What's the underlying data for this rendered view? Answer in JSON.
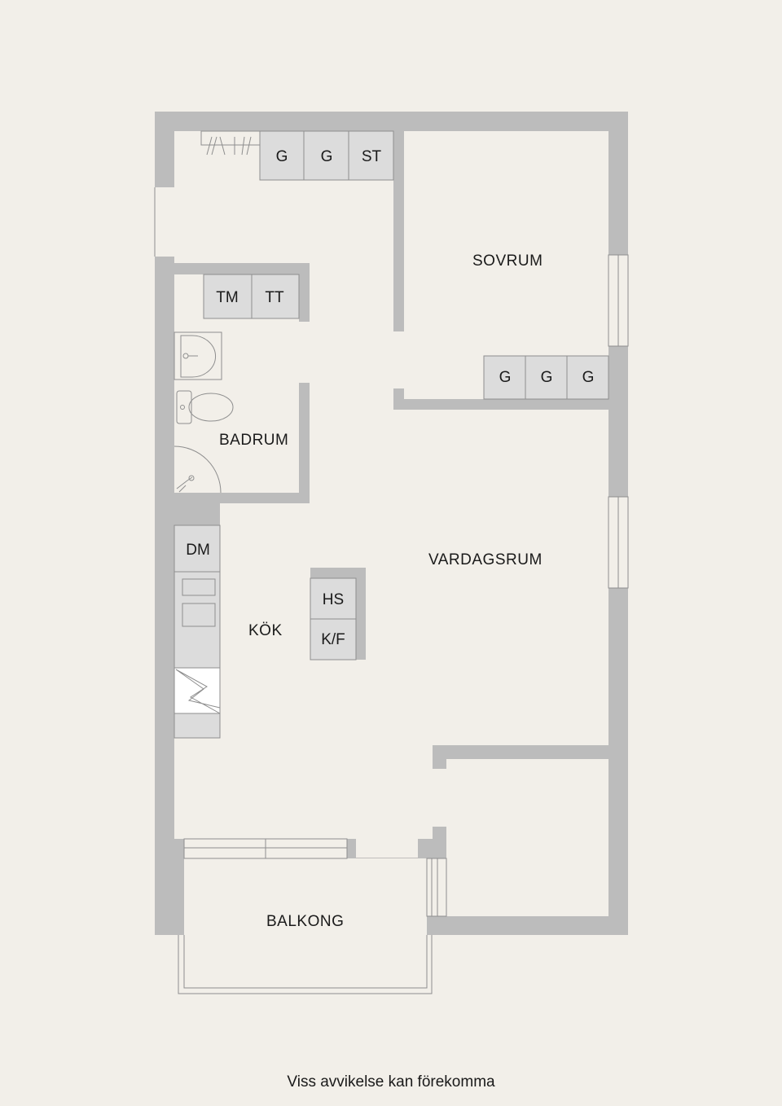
{
  "rooms": {
    "sovrum": "SOVRUM",
    "badrum": "BADRUM",
    "vardagsrum": "VARDAGSRUM",
    "kok": "KÖK",
    "balkong": "BALKONG"
  },
  "fixtures": {
    "hall_storage": [
      "G",
      "G",
      "ST"
    ],
    "laundry": [
      "TM",
      "TT"
    ],
    "bedroom_storage": [
      "G",
      "G",
      "G"
    ],
    "kitchen_dishwasher": "DM",
    "island": [
      "HS",
      "K/F"
    ]
  },
  "footer": "Viss avvikelse kan förekomma",
  "colors": {
    "background": "#f2efe9",
    "wall": "#bcbcbc",
    "cabinet": "#dcdcdc"
  }
}
